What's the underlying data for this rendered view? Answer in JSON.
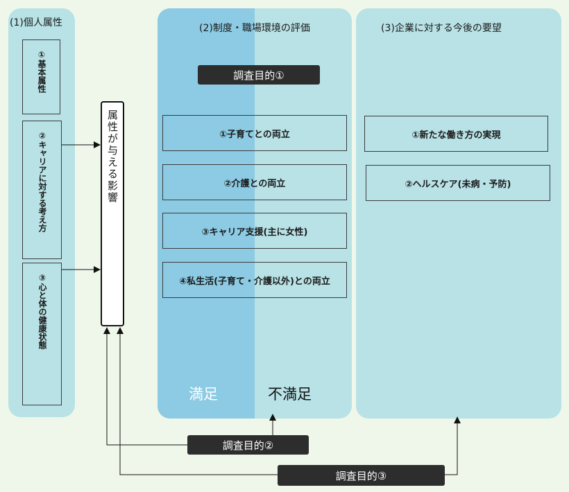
{
  "panel1": {
    "title": "(1)個人属性",
    "items": [
      "①基本属性",
      "②キャリアに対する考え方",
      "③心と体の健康状態"
    ]
  },
  "influence_label": "属性が与える影響",
  "panel2": {
    "title": "(2)制度・職場環境の評価",
    "purpose_label": "調査目的①",
    "items": [
      "①子育てとの両立",
      "②介護との両立",
      "③キャリア支援(主に女性)",
      "④私生活(子育て・介護以外)との両立"
    ],
    "satisfied_label": "満足",
    "dissatisfied_label": "不満足"
  },
  "panel3": {
    "title": "(3)企業に対する今後の要望",
    "items": [
      "①新たな働き方の実現",
      "②ヘルスケア(未病・予防)"
    ]
  },
  "purpose2_label": "調査目的②",
  "purpose3_label": "調査目的③",
  "colors": {
    "background": "#eff7ea",
    "panel": "#b8e2e6",
    "satisfied_zone": "#8ccbe3",
    "dark_label": "#2d2d2d"
  }
}
